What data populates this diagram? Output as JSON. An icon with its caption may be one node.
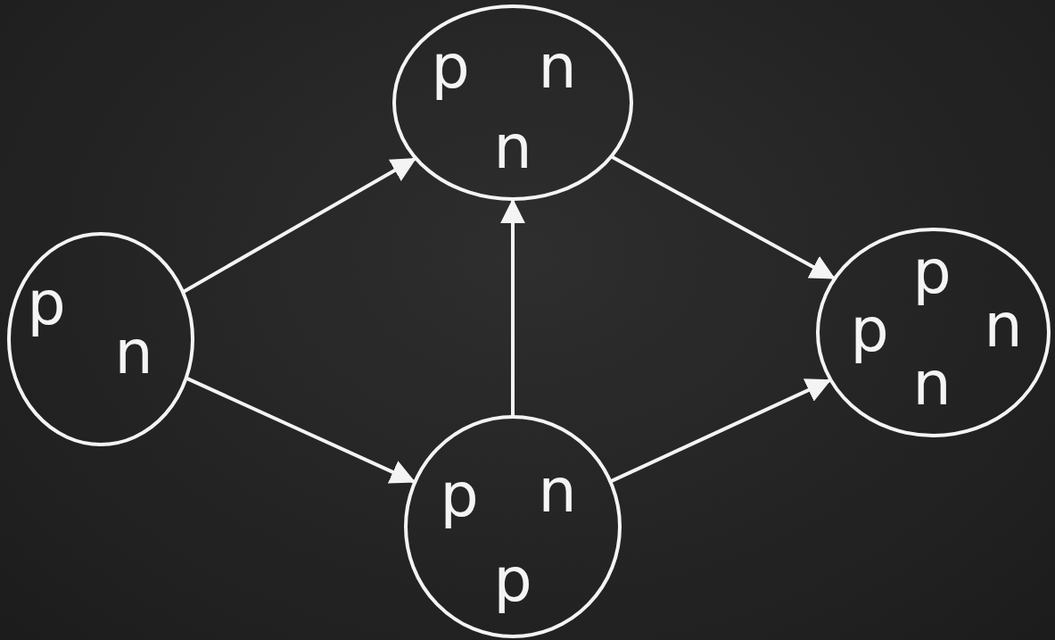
{
  "diagram": {
    "nodes": [
      {
        "text": [
          "p",
          "n"
        ]
      },
      {
        "text": [
          "p",
          "n",
          "n"
        ]
      },
      {
        "text": [
          "p",
          "n",
          "p"
        ]
      },
      {
        "text": [
          "p",
          "p",
          "n",
          "n"
        ]
      }
    ],
    "edges": [
      {
        "from": 0,
        "to": 1,
        "arrow": "to"
      },
      {
        "from": 0,
        "to": 2,
        "arrow": "to"
      },
      {
        "from": 2,
        "to": 1,
        "arrow": "to"
      },
      {
        "from": 1,
        "to": 3,
        "arrow": "to"
      },
      {
        "from": 2,
        "to": 3,
        "arrow": "to"
      }
    ]
  }
}
